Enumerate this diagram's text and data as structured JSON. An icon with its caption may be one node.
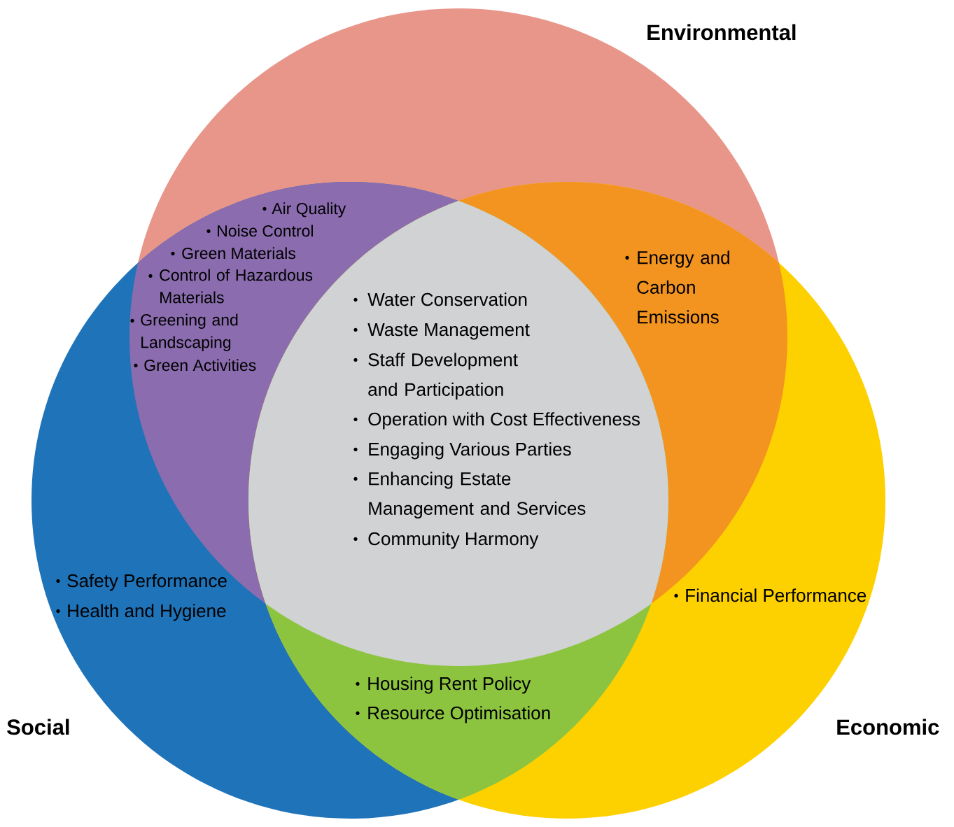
{
  "diagram": {
    "nodes": [
      {
        "text": [
          "Air Quality",
          "Noise Control",
          "Green Materials",
          "Control of Hazardous Materials",
          "Greening and Landscaping",
          "Green Activities"
        ]
      },
      {
        "text": [
          "Energy and Carbon Emissions"
        ]
      },
      {
        "text": [
          "Water Conservation",
          "Waste Management",
          "Staff Development and Participation",
          "Operation with Cost Effectiveness",
          "Engaging Various Parties",
          "Enhancing Estate Management and Services",
          "Community Harmony"
        ]
      },
      {
        "text": [
          "Safety Performance",
          "Health and Hygiene"
        ]
      },
      {
        "text": [
          "Financial Performance"
        ]
      },
      {
        "text": [
          "Housing Rent Policy",
          "Resource Optimisation"
        ]
      }
    ],
    "labels": [
      "Environmental",
      "Social",
      "Economic"
    ]
  }
}
